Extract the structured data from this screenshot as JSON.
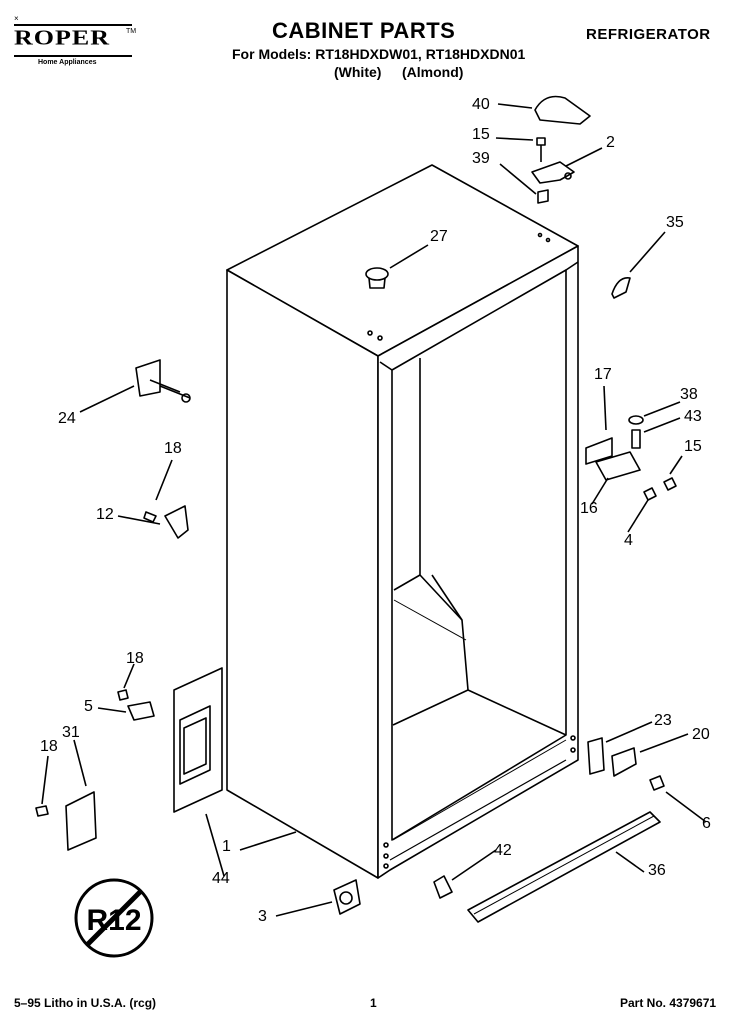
{
  "header": {
    "brand": "ROPER",
    "brand_tagline": "Home Appliances",
    "trademark": "TM",
    "mark": "×",
    "title": "CABINET PARTS",
    "models_line": "For Models: RT18HDXDW01, RT18HDXDN01",
    "variant_1": "(White)",
    "variant_2": "(Almond)",
    "category": "REFRIGERATOR"
  },
  "callouts": [
    "40",
    "15",
    "2",
    "39",
    "35",
    "27",
    "24",
    "18",
    "12",
    "17",
    "38",
    "43",
    "15",
    "16",
    "4",
    "18",
    "5",
    "31",
    "18",
    "23",
    "20",
    "6",
    "1",
    "44",
    "42",
    "36",
    "3"
  ],
  "footer": {
    "litho": "5–95 Litho in U.S.A. (rcg)",
    "page": "1",
    "part_no": "Part No. 4379671"
  },
  "seal_text": "R12"
}
